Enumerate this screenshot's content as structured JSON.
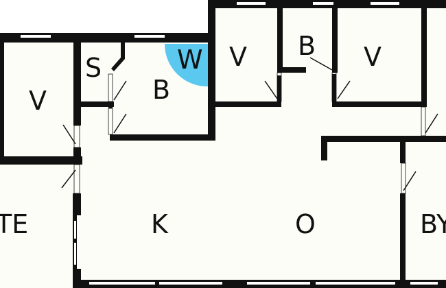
{
  "colors": {
    "background": "#ffffff",
    "floor": "#fdfdf8",
    "wall": "#111111",
    "window": "#ffffff",
    "whirlpool": "#5bc8f0"
  },
  "rooms": {
    "v_left": "V",
    "s": "S",
    "b_left": "B",
    "w": "W",
    "v_mid": "V",
    "b_small": "B",
    "v_right": "V",
    "te": "TE",
    "k": "K",
    "o": "O",
    "by": "BY"
  }
}
